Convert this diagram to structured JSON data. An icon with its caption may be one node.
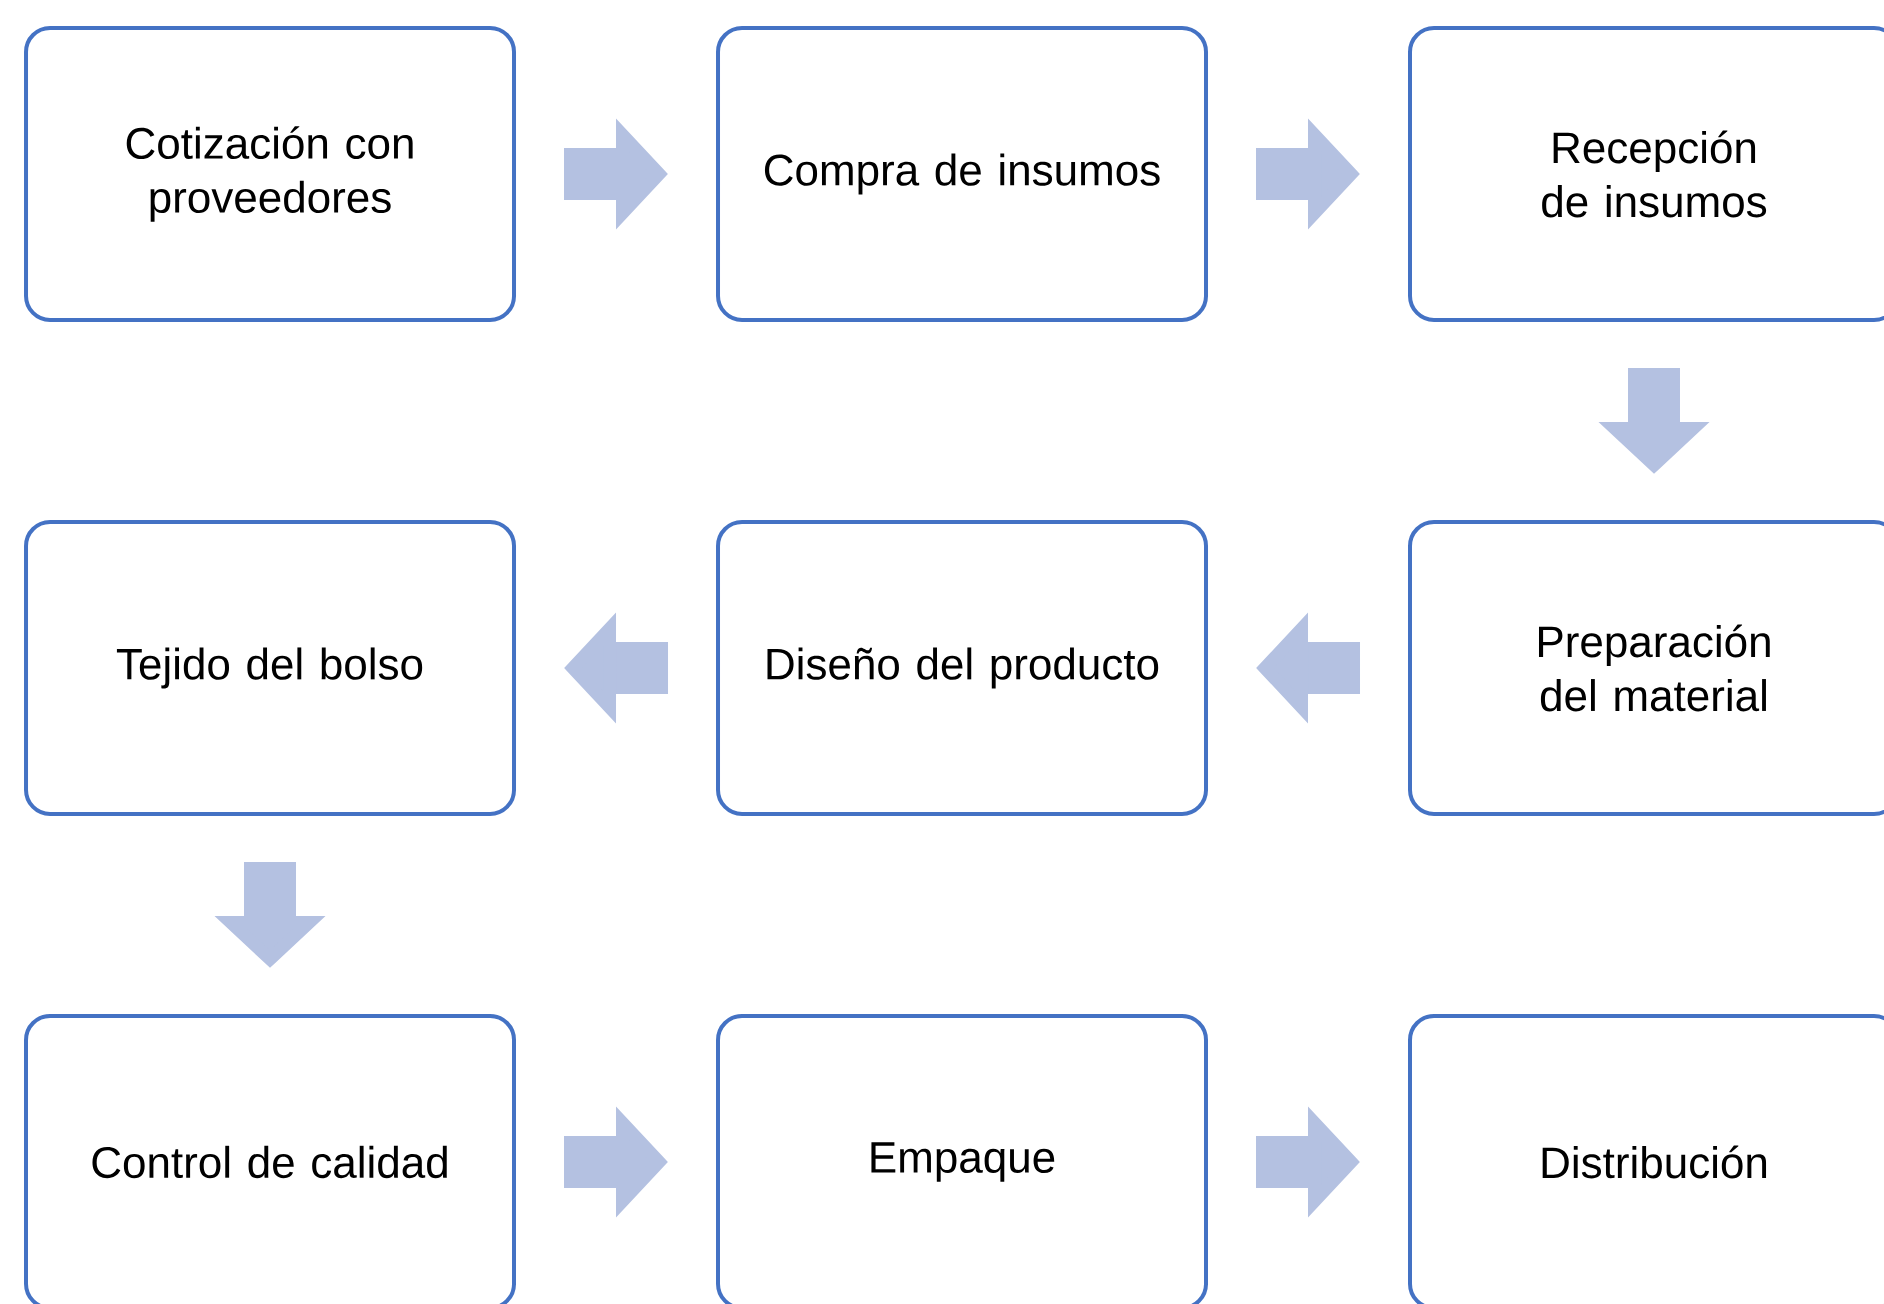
{
  "diagram": {
    "nodes": [
      {
        "text": [
          "Cotización con proveedores"
        ]
      },
      {
        "text": [
          "Compra de insumos"
        ]
      },
      {
        "text": [
          "Recepción de insumos"
        ]
      },
      {
        "text": [
          "Preparación del material"
        ]
      },
      {
        "text": [
          "Diseño del producto"
        ]
      },
      {
        "text": [
          "Tejido del bolso"
        ]
      },
      {
        "text": [
          "Control de calidad"
        ]
      },
      {
        "text": [
          "Empaque"
        ]
      },
      {
        "text": [
          "Distribución"
        ]
      }
    ],
    "edges": [
      {
        "from": 0,
        "to": 1,
        "arrow": "to"
      },
      {
        "from": 1,
        "to": 2,
        "arrow": "to"
      },
      {
        "from": 2,
        "to": 3,
        "arrow": "to"
      },
      {
        "from": 3,
        "to": 4,
        "arrow": "to"
      },
      {
        "from": 4,
        "to": 5,
        "arrow": "to"
      },
      {
        "from": 5,
        "to": 6,
        "arrow": "to"
      },
      {
        "from": 6,
        "to": 7,
        "arrow": "to"
      },
      {
        "from": 7,
        "to": 8,
        "arrow": "to"
      }
    ]
  }
}
